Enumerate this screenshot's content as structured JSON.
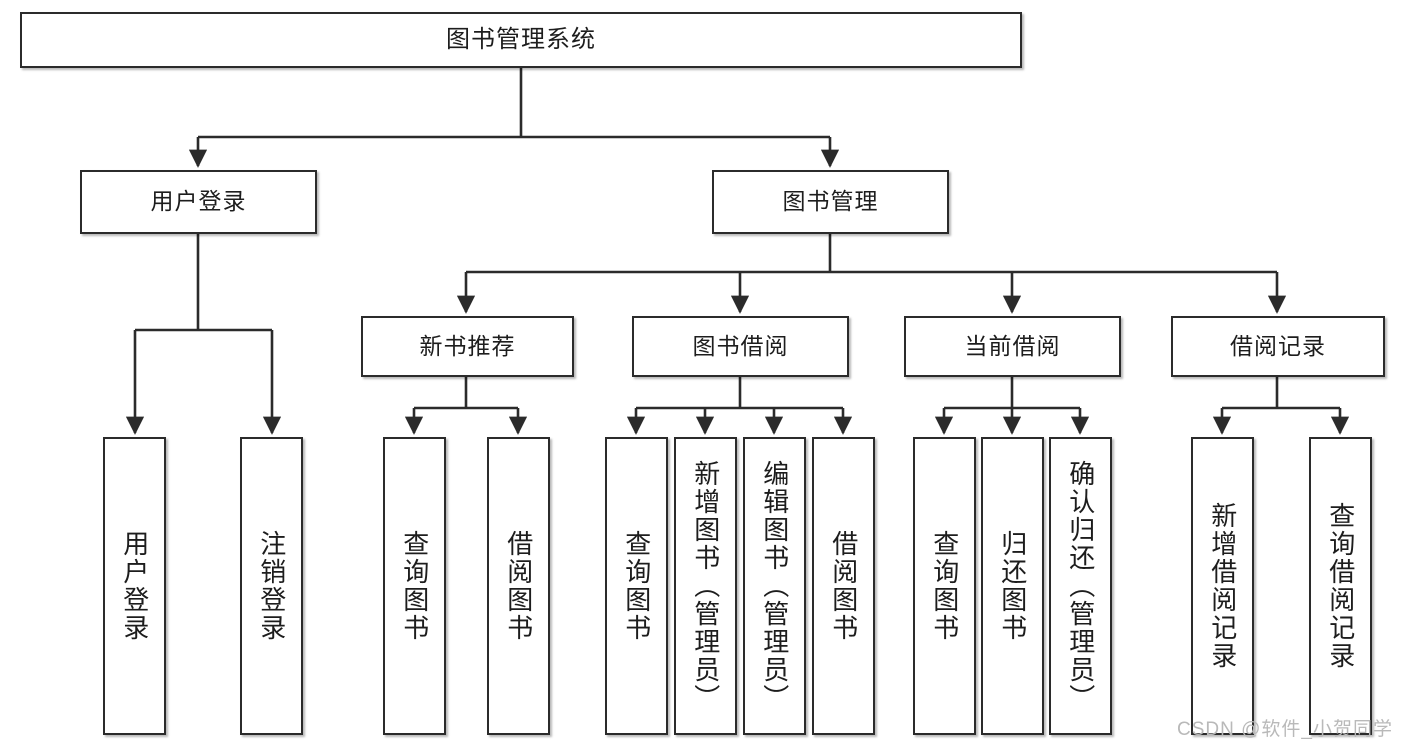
{
  "diagram": {
    "title": "图书管理系统",
    "type": "hierarchy-tree",
    "root": {
      "id": "root",
      "label": "图书管理系统"
    },
    "level2": [
      {
        "id": "user-login",
        "label": "用户登录"
      },
      {
        "id": "book-manage",
        "label": "图书管理"
      }
    ],
    "level3": [
      {
        "id": "new-book-recommend",
        "label": "新书推荐"
      },
      {
        "id": "book-borrow",
        "label": "图书借阅"
      },
      {
        "id": "current-borrow",
        "label": "当前借阅"
      },
      {
        "id": "borrow-record",
        "label": "借阅记录"
      }
    ],
    "leaves": {
      "user_login": [
        {
          "id": "leaf-user-login",
          "label": "用户登录"
        },
        {
          "id": "leaf-logout-login",
          "label": "注销登录"
        }
      ],
      "new_book_recommend": [
        {
          "id": "leaf-query-book-1",
          "label": "查询图书"
        },
        {
          "id": "leaf-borrow-book-1",
          "label": "借阅图书"
        }
      ],
      "book_borrow": [
        {
          "id": "leaf-query-book-2",
          "label": "查询图书"
        },
        {
          "id": "leaf-add-book",
          "label": "新增图书（管理员）"
        },
        {
          "id": "leaf-edit-book",
          "label": "编辑图书（管理员）"
        },
        {
          "id": "leaf-borrow-book-2",
          "label": "借阅图书"
        }
      ],
      "current_borrow": [
        {
          "id": "leaf-query-book-3",
          "label": "查询图书"
        },
        {
          "id": "leaf-return-book",
          "label": "归还图书"
        },
        {
          "id": "leaf-confirm-return",
          "label": "确认归还（管理员）"
        }
      ],
      "borrow_record": [
        {
          "id": "leaf-add-record",
          "label": "新增借阅记录"
        },
        {
          "id": "leaf-query-record",
          "label": "查询借阅记录"
        }
      ]
    }
  },
  "watermark": {
    "text": "CSDN @软件_小贺同学"
  },
  "colors": {
    "border": "#2b2b2b",
    "background": "#ffffff",
    "text": "#1d1d1d",
    "watermark": "#b9b9b9"
  }
}
